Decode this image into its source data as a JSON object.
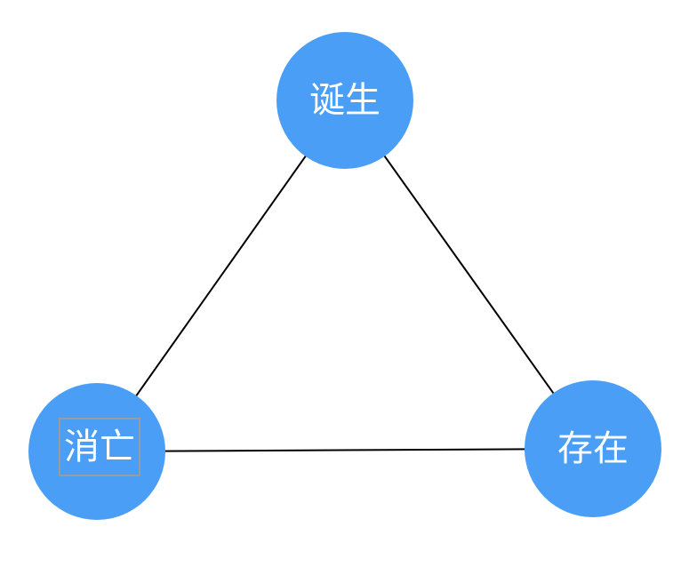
{
  "diagram": {
    "type": "triangle-cycle-flowchart",
    "background": "#ffffff",
    "colors": {
      "node_fill": "#4A9EF5",
      "node_text": "#ffffff",
      "edge": "#000000",
      "selection_border": "#9B9B9B"
    },
    "nodes": [
      {
        "id": "birth",
        "label": "诞生",
        "shape": "circle",
        "position": "top",
        "selected": false
      },
      {
        "id": "demise",
        "label": "消亡",
        "shape": "circle",
        "position": "bottom-left",
        "selected": true
      },
      {
        "id": "existence",
        "label": "存在",
        "shape": "circle",
        "position": "bottom-right",
        "selected": false
      }
    ],
    "edges": [
      {
        "from": "诞生",
        "to": "消亡"
      },
      {
        "from": "诞生",
        "to": "存在"
      },
      {
        "from": "消亡",
        "to": "存在"
      }
    ]
  }
}
